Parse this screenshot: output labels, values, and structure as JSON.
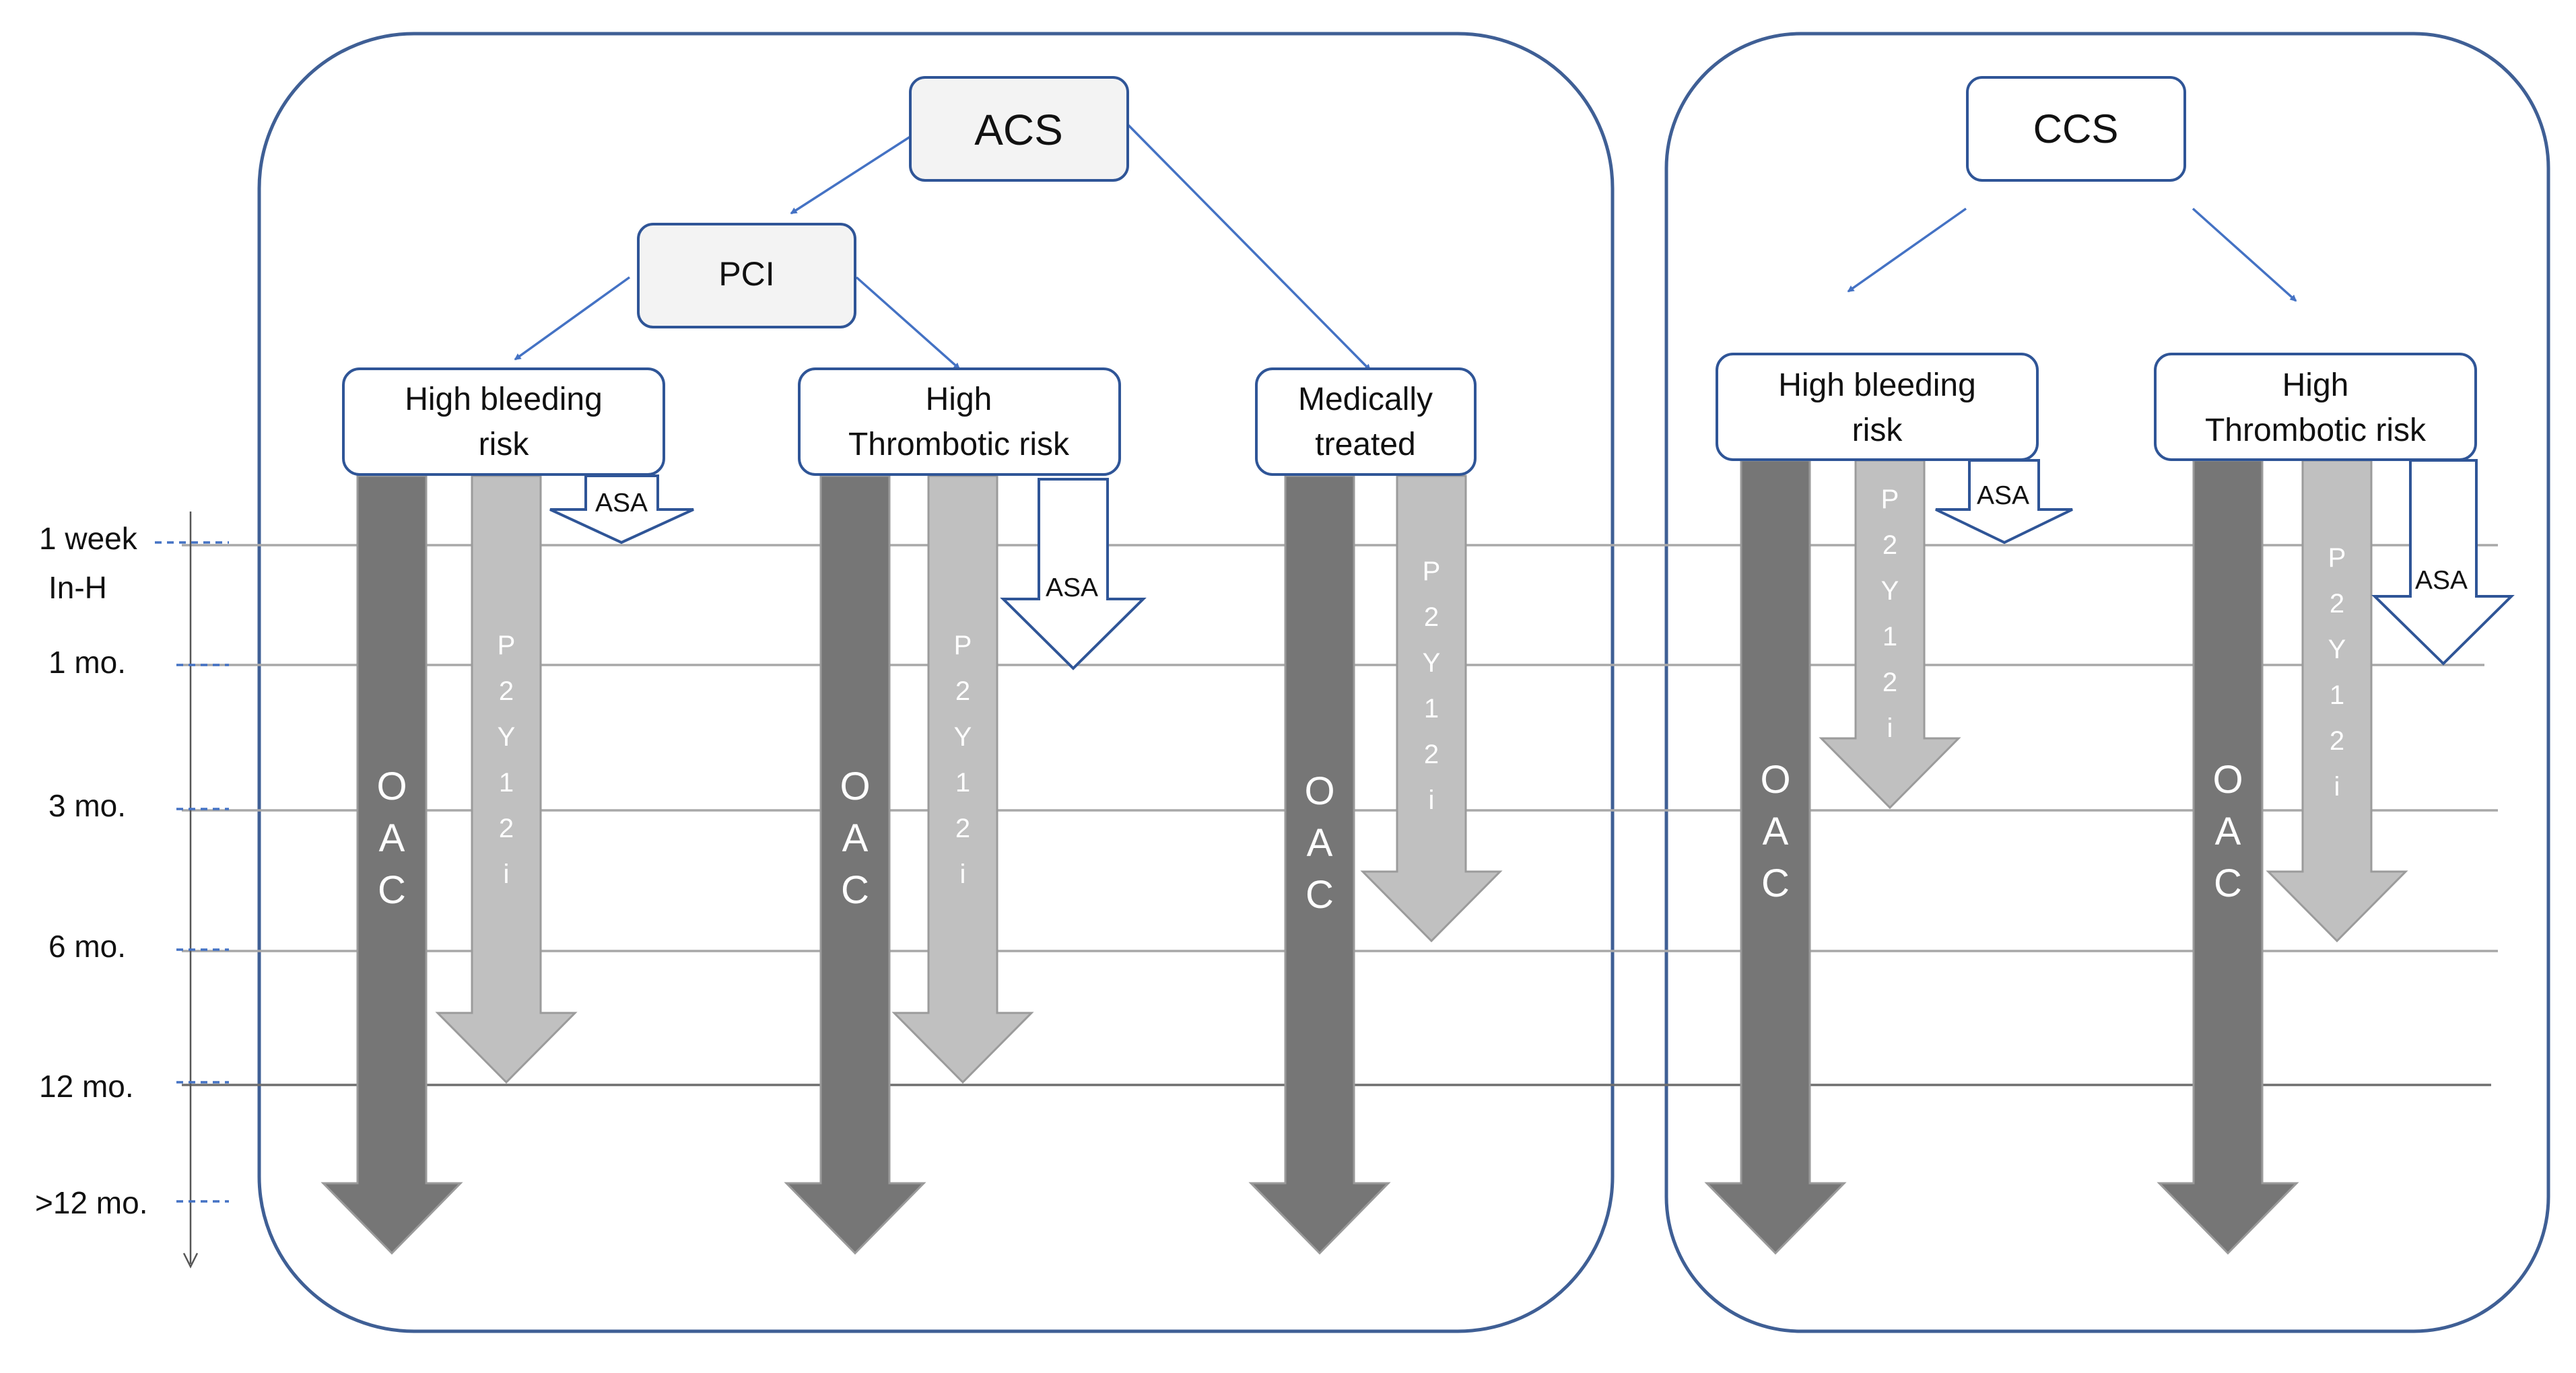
{
  "panels": {
    "acs": {
      "title": "ACS",
      "pci": "PCI",
      "high_bleeding": [
        "High bleeding",
        "risk"
      ],
      "high_thrombotic": [
        "High",
        "Thrombotic risk"
      ],
      "medically_treated": [
        "Medically",
        "treated"
      ]
    },
    "ccs": {
      "title": "CCS",
      "high_bleeding": [
        "High bleeding",
        "risk"
      ],
      "high_thrombotic": [
        "High",
        "Thrombotic risk"
      ]
    }
  },
  "timeline": {
    "labels": [
      "1 week",
      "In-H",
      "1 mo.",
      "3 mo.",
      "6 mo.",
      "12 mo.",
      ">12 mo."
    ]
  },
  "arrow_text": {
    "oac": "OAC",
    "p2y12i": "P2Y12i",
    "asa": "ASA"
  },
  "colors": {
    "oac": "#767676",
    "p2y12i": "#c0c0c0",
    "connector": "#4472c4",
    "panel_border": "#3f5f95"
  }
}
